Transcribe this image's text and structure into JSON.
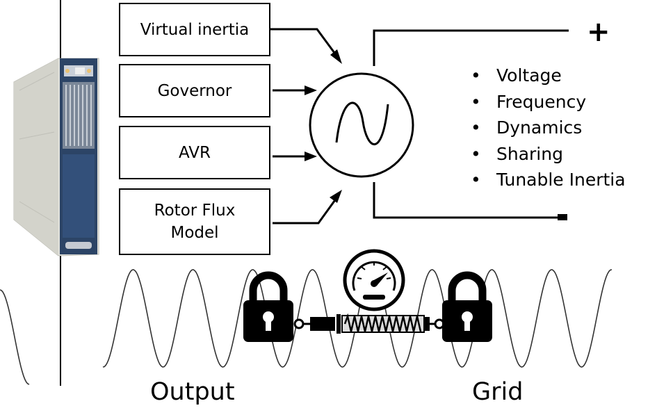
{
  "control_blocks": [
    {
      "id": "virtual-inertia",
      "label": "Virtual inertia"
    },
    {
      "id": "governor",
      "label": "Governor"
    },
    {
      "id": "avr",
      "label": "AVR"
    },
    {
      "id": "rotor-flux-model",
      "label": "Rotor Flux\nModel"
    }
  ],
  "features": [
    "Voltage",
    "Frequency",
    "Dynamics",
    "Sharing",
    "Tunable Inertia"
  ],
  "terminals": {
    "positive": "+",
    "negative": "-"
  },
  "captions": {
    "output": "Output",
    "grid": "Grid"
  },
  "icons": {
    "converter": "power-converter-cabinet",
    "source": "ac-source-circle",
    "lock_left": "padlock-icon",
    "lock_right": "padlock-icon",
    "gauge": "gauge-icon",
    "spring": "spring-damper"
  },
  "colors": {
    "line": "#000000",
    "cabinet_body": "#e4e4de",
    "cabinet_panel": "#2c4466",
    "wave": "#333333"
  }
}
